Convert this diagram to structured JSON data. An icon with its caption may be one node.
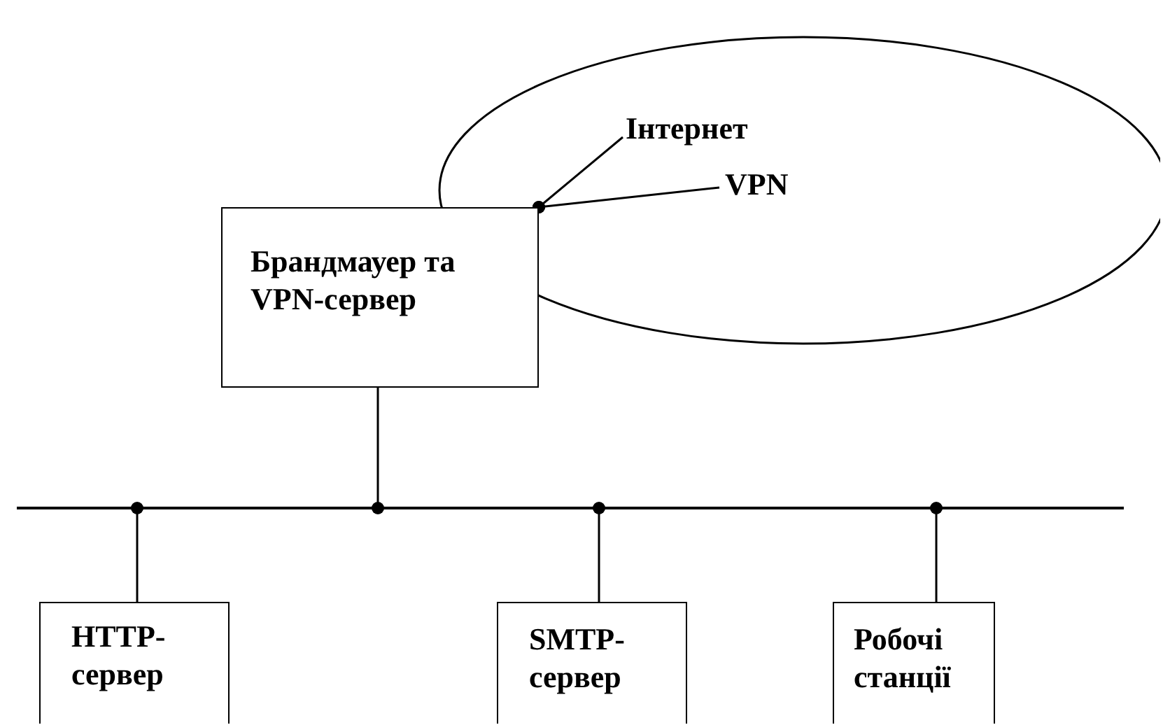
{
  "diagram": {
    "nodes": [
      {
        "text": [],
        "shape": "ellipse"
      },
      {
        "text": [
          "Інтернет"
        ],
        "in": 0
      },
      {
        "text": [
          "VPN"
        ],
        "in": 0
      },
      {
        "text": [
          "Брандмауер та VPN-сервер"
        ]
      },
      {
        "text": [],
        "shape": "bar"
      },
      {
        "text": [
          "HTTP-сервер"
        ]
      },
      {
        "text": [
          "SMTP-сервер"
        ]
      },
      {
        "text": [
          "Робочі станції"
        ]
      }
    ],
    "edges": [
      {
        "from": 3,
        "to": 1,
        "arrow": "other"
      },
      {
        "from": 3,
        "to": 2,
        "arrow": "other"
      },
      {
        "from": 3,
        "to": 4,
        "arrow": "other"
      },
      {
        "from": 4,
        "to": 5,
        "arrow": "other"
      },
      {
        "from": 4,
        "to": 6,
        "arrow": "other"
      },
      {
        "from": 4,
        "to": 7,
        "arrow": "other"
      }
    ]
  }
}
